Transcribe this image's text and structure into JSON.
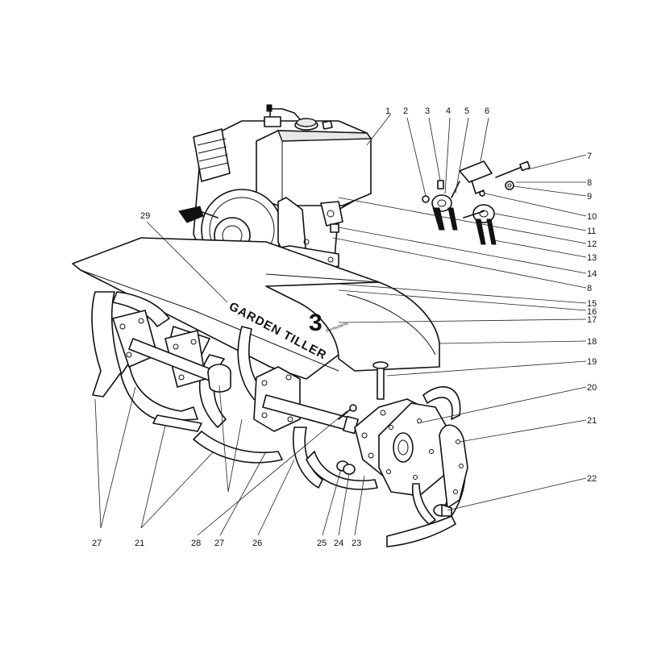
{
  "hood": {
    "brand_text": "GARDEN TILLER",
    "model_number": "3",
    "model_small_text": "Eurosystems"
  },
  "callouts": {
    "n1": "1",
    "n2": "2",
    "n3": "3",
    "n4": "4",
    "n5": "5",
    "n6": "6",
    "n7": "7",
    "n8": "8",
    "n9": "9",
    "n10": "10",
    "n11": "11",
    "n12": "12",
    "n13": "13",
    "n14": "14",
    "n8b": "8",
    "n15": "15",
    "n16": "16",
    "n17": "17",
    "n18": "18",
    "n19": "19",
    "n20": "20",
    "n21": "21",
    "n22": "22",
    "n23": "23",
    "n24": "24",
    "n25": "25",
    "n26": "26",
    "n27": "27",
    "n28": "28",
    "n21b": "21",
    "n27b": "27",
    "n29": "29"
  }
}
